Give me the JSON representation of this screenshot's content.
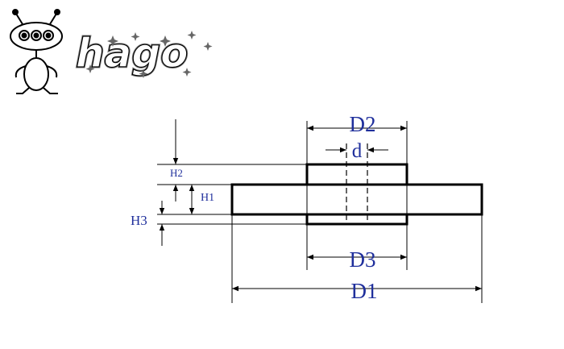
{
  "logo": {
    "brand_text": "hago",
    "mascot": "alien-mascot-icon"
  },
  "diagram": {
    "labels": {
      "D1": "D1",
      "D2": "D2",
      "D3": "D3",
      "d": "d",
      "H1": "H1",
      "H2": "H2",
      "H3": "H3"
    }
  },
  "colors": {
    "line": "#000000",
    "label": "#1f2f9c"
  }
}
